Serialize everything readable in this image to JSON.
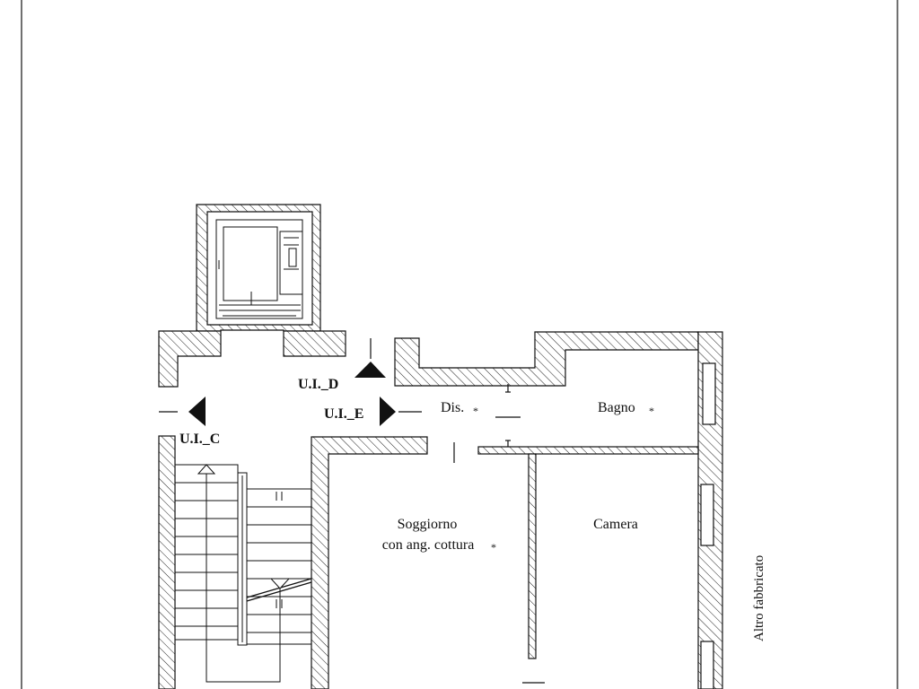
{
  "plan": {
    "units": {
      "d": "U.I._D",
      "e": "U.I._E",
      "c": "U.I._C"
    },
    "rooms": {
      "dis": "Dis.",
      "bagno": "Bagno",
      "soggiorno_line1": "Soggiorno",
      "soggiorno_line2": "con ang. cottura",
      "camera": "Camera"
    },
    "marker": "*",
    "altro_fabbricato": "Altro fabbricato"
  },
  "colors": {
    "line": "#111111",
    "background": "#ffffff"
  }
}
